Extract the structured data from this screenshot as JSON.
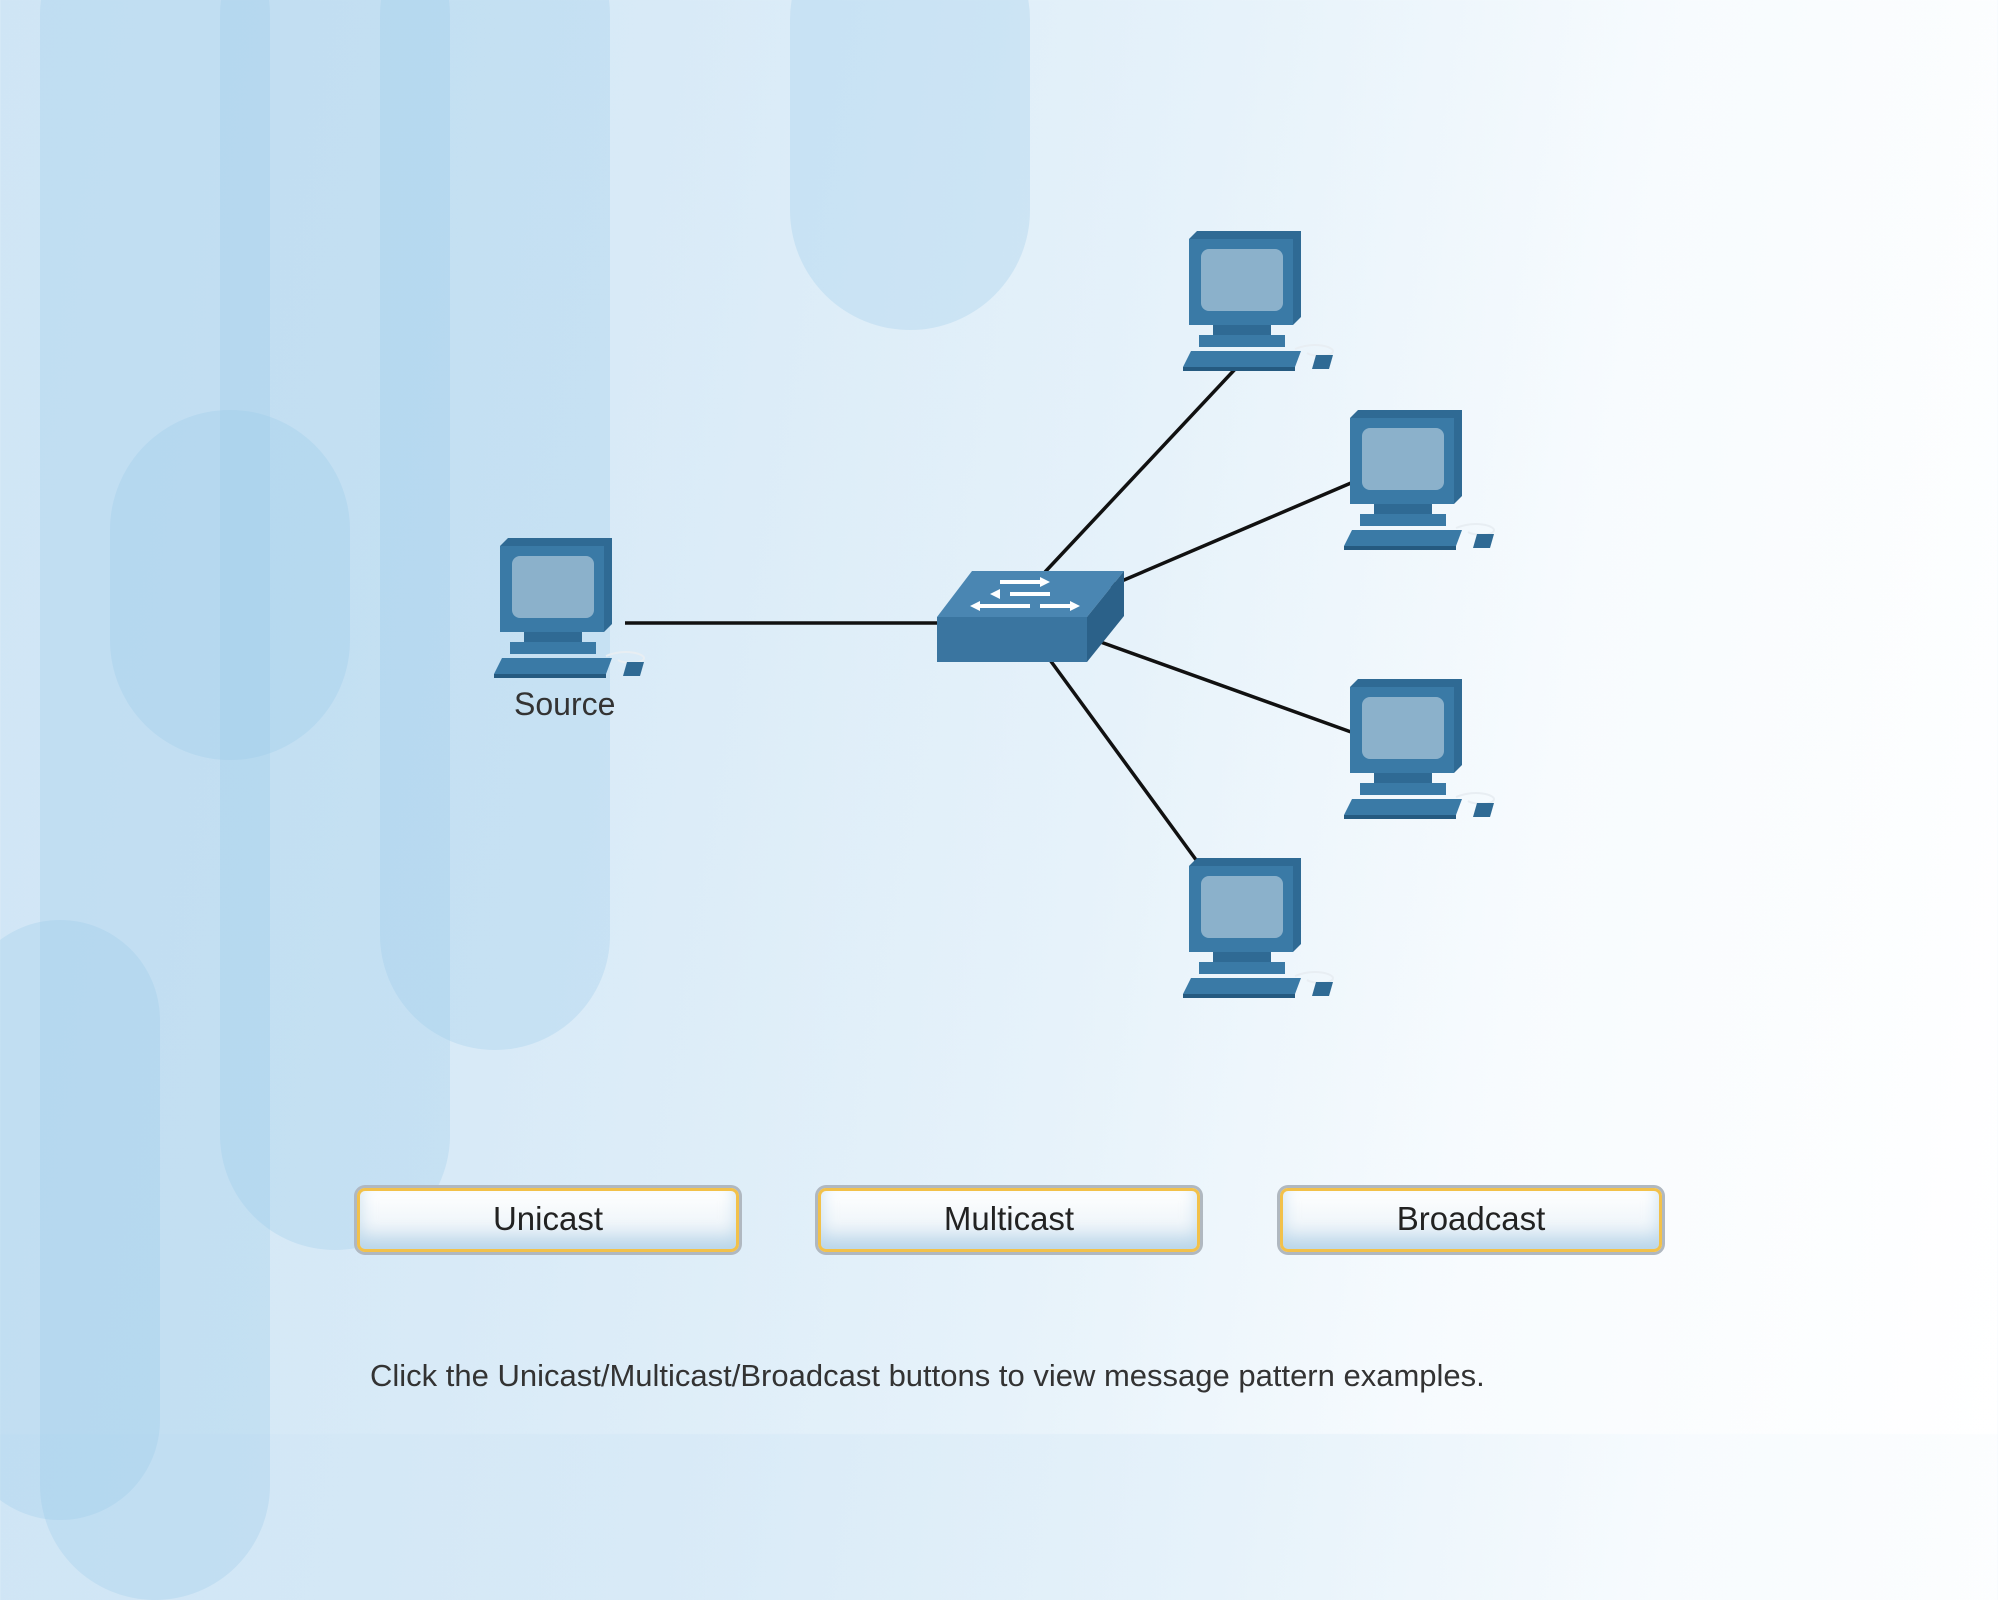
{
  "diagram": {
    "source_label": "Source"
  },
  "buttons": {
    "unicast": "Unicast",
    "multicast": "Multicast",
    "broadcast": "Broadcast"
  },
  "instructions": "Click the Unicast/Multicast/Broadcast buttons to view message pattern examples.",
  "colors": {
    "device": "#3a75a0",
    "device_screen": "#8bb1cb",
    "link": "#111111",
    "button_border": "#f2c14a"
  }
}
